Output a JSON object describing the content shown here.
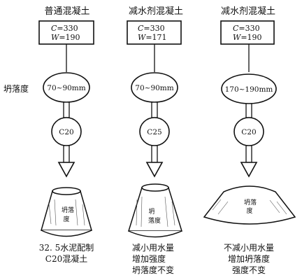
{
  "row_label": "坍落度",
  "columns": [
    {
      "title": "普通混凝土",
      "c_label": "C",
      "c_value": "=330",
      "w_label": "W",
      "w_value": "=190",
      "slump": "70~90mm",
      "grade": "C20",
      "cone_label_1": "坍落",
      "cone_label_2": "度",
      "note_lines": [
        "32. 5水泥配制",
        "C20混凝土"
      ]
    },
    {
      "title": "减水剂混凝土",
      "c_label": "C",
      "c_value": "=330",
      "w_label": "W",
      "w_value": "=171",
      "slump": "70~90mm",
      "grade": "C25",
      "cone_label_1": "坍",
      "cone_label_2": "落度",
      "note_lines": [
        "减小用水量",
        "增加强度",
        "坍落度不变"
      ]
    },
    {
      "title": "减水剂混凝土",
      "c_label": "C",
      "c_value": "=330",
      "w_label": "W",
      "w_value": "=190",
      "slump": "170~190mm",
      "grade": "C20",
      "cone_label_1": "坍落",
      "cone_label_2": "度",
      "note_lines": [
        "不减小用水量",
        "增加坍落度",
        "强度不变"
      ]
    }
  ]
}
